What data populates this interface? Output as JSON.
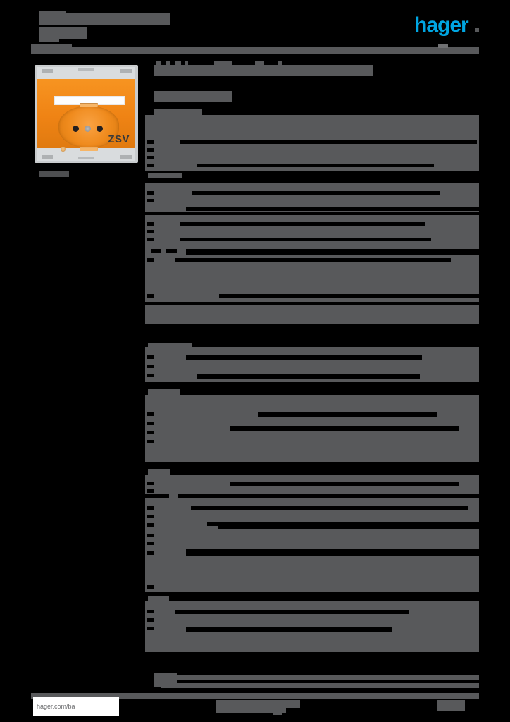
{
  "document": {
    "type": "product-datasheet",
    "brand": "hager",
    "logo_text": "hager",
    "logo_color": "#00a6e2",
    "redaction_color": "#58595b",
    "page_background": "#000000",
    "header": {
      "title_line1": "",
      "title_line2": "",
      "title_redacted": true
    },
    "product_image": {
      "alt": "orange Schuko socket outlet with ZSV marking",
      "marking": "ZSV",
      "body_color": "#ef8a1c",
      "frame_color": "#c9ccce",
      "caption": ""
    },
    "main": {
      "doc_title": "",
      "subtitle": "",
      "sections": [
        {
          "heading": "",
          "rows": [
            {
              "label": "",
              "value": ""
            },
            {
              "label": "",
              "value": ""
            },
            {
              "label": "",
              "value": ""
            }
          ]
        },
        {
          "heading": "",
          "rows": [
            {
              "label": "",
              "value": ""
            },
            {
              "label": "",
              "value": ""
            }
          ]
        },
        {
          "heading": "",
          "rows": [
            {
              "label": "",
              "value": ""
            },
            {
              "label": "",
              "value": ""
            },
            {
              "label": "",
              "value": ""
            },
            {
              "label": "",
              "value": ""
            }
          ]
        },
        {
          "heading": "",
          "rows": [
            {
              "label": "",
              "value": ""
            },
            {
              "label": "",
              "value": ""
            }
          ]
        },
        {
          "heading": "",
          "rows": [
            {
              "label": "",
              "value": ""
            },
            {
              "label": "",
              "value": ""
            },
            {
              "label": "",
              "value": ""
            }
          ]
        },
        {
          "heading": "",
          "rows": [
            {
              "label": "",
              "value": ""
            },
            {
              "label": "",
              "value": ""
            }
          ]
        },
        {
          "heading": "",
          "rows": [
            {
              "label": "",
              "value": ""
            },
            {
              "label": "",
              "value": ""
            },
            {
              "label": "",
              "value": ""
            }
          ]
        },
        {
          "heading": "",
          "rows": [
            {
              "label": "",
              "value": ""
            },
            {
              "label": "",
              "value": ""
            }
          ]
        },
        {
          "heading": "",
          "rows": [
            {
              "label": "",
              "value": ""
            }
          ]
        }
      ]
    },
    "footer": {
      "url": "hager.com/ba",
      "center_text": "",
      "page_number": ""
    }
  }
}
